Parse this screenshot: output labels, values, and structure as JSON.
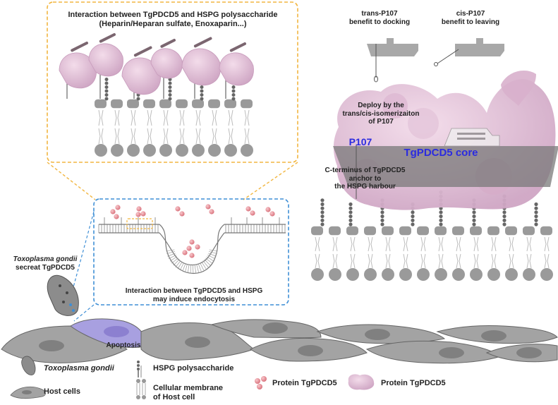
{
  "labels": {
    "zoom_title_line1": "Interaction between TgPDCD5 and HSPG polysaccharide",
    "zoom_title_line2": "(Heparin/Heparan sulfate, Enoxaparin...)",
    "trans_line1": "trans-P107",
    "trans_line2": "benefit to docking",
    "cis_line1": "cis-P107",
    "cis_line2": "benefit to leaving",
    "deploy_line1": "Deploy by the",
    "deploy_line2": "trans/cis-isomerizaiton",
    "deploy_line3": "of P107",
    "p107": "P107",
    "core": "TgPDCD5 core",
    "cterm_line1": "C-terminus of TgPDCD5",
    "cterm_line2": "anchor to",
    "cterm_line3": "the HSPG harbour",
    "toxo_line1": "Toxoplasma gondii",
    "toxo_line2": "secreat TgPDCD5",
    "endo_line1": "Interaction between TgPDCD5 and HSPG",
    "endo_line2": "may induce endocytosis",
    "apoptosis": "Apoptosis"
  },
  "legend": {
    "toxo": "Toxoplasma gondii",
    "host": "Host cells",
    "hspg": "HSPG polysaccharide",
    "membrane_line1": "Cellular membrane",
    "membrane_line2": "of Host cell",
    "protein_dots": "Protein TgPDCD5",
    "protein_surface": "Protein TgPDCD5"
  },
  "colors": {
    "accent_blue": "#2b2be0",
    "zoom_border": "#f2b640",
    "endo_border": "#3f8fd6",
    "protein_pink": "#e8a0a8",
    "surface_pink": "#e7c6dc",
    "cell_gray": "#9c9c9c",
    "apoptosis_purple": "#a8a0e0"
  }
}
